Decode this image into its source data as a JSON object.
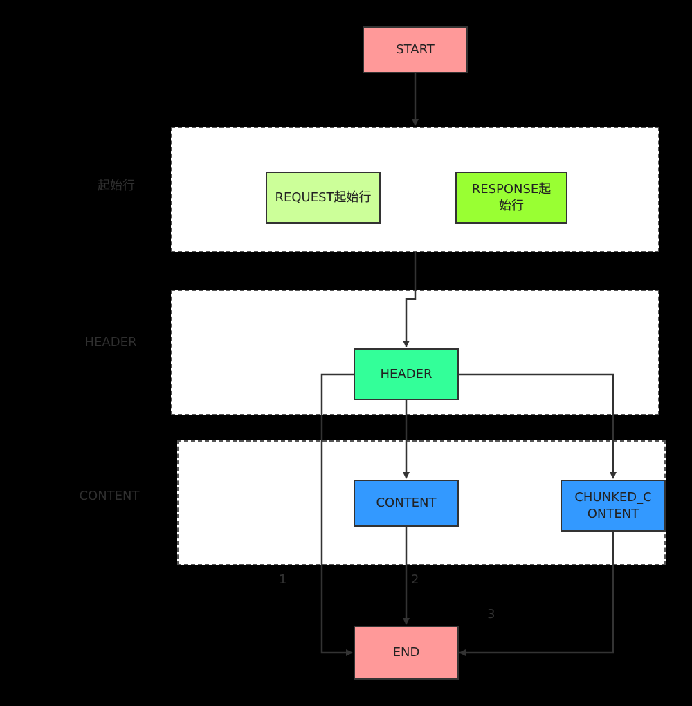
{
  "colors": {
    "background": "#000000",
    "zone_fill": "#ffffff",
    "start_end_fill": "#ff9999",
    "request_fill": "#ccff99",
    "response_fill": "#99ff33",
    "header_fill": "#33ff99",
    "content_fill": "#3399ff",
    "edge": "#333333"
  },
  "zones": {
    "start_line": {
      "label": "起始行"
    },
    "header": {
      "label": "HEADER"
    },
    "content": {
      "label": "CONTENT"
    }
  },
  "nodes": {
    "start": "START",
    "request_line": "REQUEST起始行",
    "response_line": "RESPONSE起始行",
    "header": "HEADER",
    "content": "CONTENT",
    "chunked_content": "CHUNKED_CONTENT",
    "end": "END"
  },
  "edge_labels": {
    "path1": "1",
    "path2": "2",
    "path3": "3"
  }
}
